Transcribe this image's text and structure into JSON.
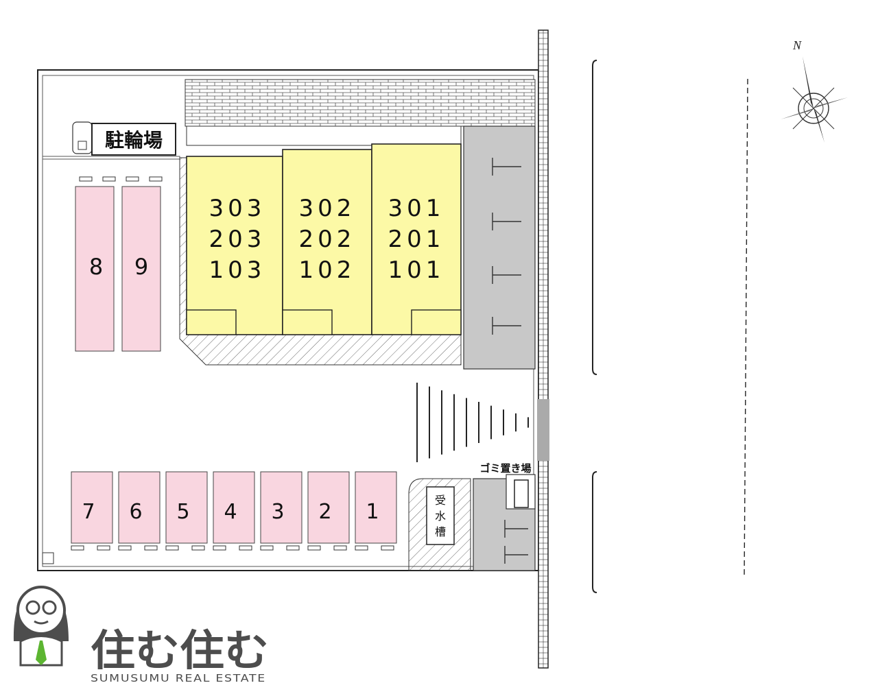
{
  "bicycle_parking": {
    "label": "駐輪場"
  },
  "buildings": [
    {
      "units": [
        "303",
        "203",
        "103"
      ]
    },
    {
      "units": [
        "302",
        "202",
        "102"
      ]
    },
    {
      "units": [
        "301",
        "201",
        "101"
      ]
    }
  ],
  "parking_spaces_left": [
    "8",
    "9"
  ],
  "parking_spaces_bottom": [
    "7",
    "6",
    "5",
    "4",
    "3",
    "2",
    "1"
  ],
  "garbage": {
    "label": "ゴミ置き場"
  },
  "water_tank": {
    "chars": [
      "受",
      "水",
      "槽"
    ]
  },
  "compass": {
    "label": "N"
  },
  "logo": {
    "main": "住む住む",
    "sub": "SUMUSUMU REAL ESTATE"
  },
  "colors": {
    "building": "#fcf9a6",
    "parking": "#f9d6e0",
    "gray_parking": "#c8c8c8",
    "logo_green": "#5cb531",
    "logo_gray": "#4d4d4d"
  }
}
